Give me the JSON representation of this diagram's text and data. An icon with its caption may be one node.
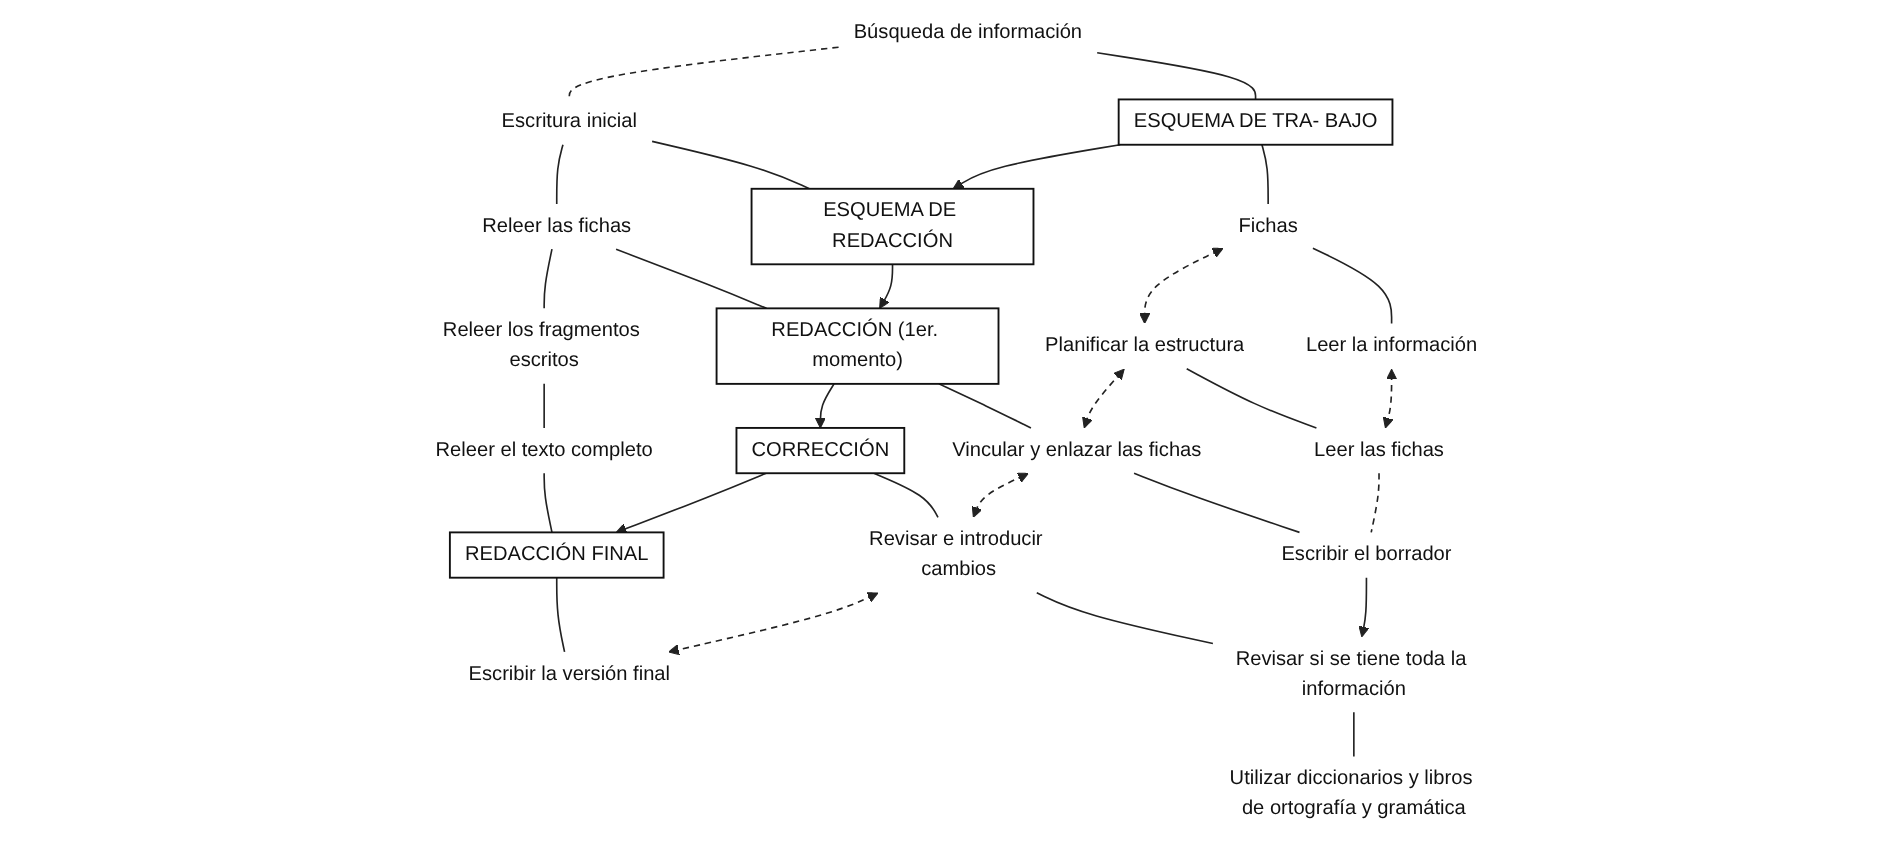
{
  "diagram": {
    "nodes": [
      {
        "text": [
          "Búsqueda de información"
        ]
      },
      {
        "text": [
          "Escritura inicial"
        ]
      },
      {
        "text": [
          "Releer las fichas"
        ]
      },
      {
        "text": [
          "Releer los fragmentos escritos"
        ]
      },
      {
        "text": [
          "Releer el texto completo"
        ]
      },
      {
        "text": [
          "ESQUEMA DE TRA- BAJO"
        ]
      },
      {
        "text": [
          "ESQUEMA DE REDACCIÓN"
        ]
      },
      {
        "text": [
          "REDACCIÓN (1er. momento)"
        ]
      },
      {
        "text": [
          "CORRECCIÓN"
        ]
      },
      {
        "text": [
          "REDACCIÓN FINAL"
        ]
      },
      {
        "text": [
          "Fichas"
        ]
      },
      {
        "text": [
          "Planificar la estructura"
        ]
      },
      {
        "text": [
          "Vincular y enlazar las fichas"
        ]
      },
      {
        "text": [
          "Revisar e introducir cambios"
        ]
      },
      {
        "text": [
          "Escribir la versión final"
        ]
      },
      {
        "text": [
          "Leer la información"
        ]
      },
      {
        "text": [
          "Leer las fichas"
        ]
      },
      {
        "text": [
          "Escribir el borrador"
        ]
      },
      {
        "text": [
          "Revisar si se tiene toda la información"
        ]
      },
      {
        "text": [
          "Utilizar diccionarios y libros de ortografía y gramática"
        ]
      }
    ],
    "edges": [
      {
        "from": 5,
        "to": 6,
        "arrow": "to"
      },
      {
        "from": 6,
        "to": 7,
        "arrow": "to"
      },
      {
        "from": 7,
        "to": 8,
        "arrow": "to"
      },
      {
        "from": 8,
        "to": 9,
        "arrow": "to"
      },
      {
        "from": 0,
        "to": 1,
        "arrow": "none",
        "style": "dashed"
      },
      {
        "from": 1,
        "to": 2,
        "arrow": "none"
      },
      {
        "from": 2,
        "to": 3,
        "arrow": "none"
      },
      {
        "from": 3,
        "to": 4,
        "arrow": "none"
      },
      {
        "from": 0,
        "to": 5,
        "arrow": "none"
      },
      {
        "from": 1,
        "to": 6,
        "arrow": "none"
      },
      {
        "from": 2,
        "to": 7,
        "arrow": "none"
      },
      {
        "from": 4,
        "to": 9,
        "arrow": "none"
      },
      {
        "from": 5,
        "to": 10,
        "arrow": "none"
      },
      {
        "from": 7,
        "to": 12,
        "arrow": "none"
      },
      {
        "from": 8,
        "to": 13,
        "arrow": "none"
      },
      {
        "from": 9,
        "to": 14,
        "arrow": "none"
      },
      {
        "from": 10,
        "to": 11,
        "arrow": "both",
        "style": "dashed"
      },
      {
        "from": 11,
        "to": 12,
        "arrow": "both",
        "style": "dashed"
      },
      {
        "from": 12,
        "to": 13,
        "arrow": "both",
        "style": "dashed"
      },
      {
        "from": 13,
        "to": 14,
        "arrow": "both",
        "style": "dashed"
      },
      {
        "from": 10,
        "to": 15,
        "arrow": "none"
      },
      {
        "from": 11,
        "to": 16,
        "arrow": "none"
      },
      {
        "from": 12,
        "to": 17,
        "arrow": "none"
      },
      {
        "from": 13,
        "to": 18,
        "arrow": "none"
      },
      {
        "from": 15,
        "to": 16,
        "arrow": "both",
        "style": "dashed"
      },
      {
        "from": 16,
        "to": 17,
        "arrow": "none",
        "style": "dashed"
      },
      {
        "from": 17,
        "to": 18,
        "arrow": "to"
      },
      {
        "from": 18,
        "to": 19,
        "arrow": "none"
      }
    ]
  }
}
